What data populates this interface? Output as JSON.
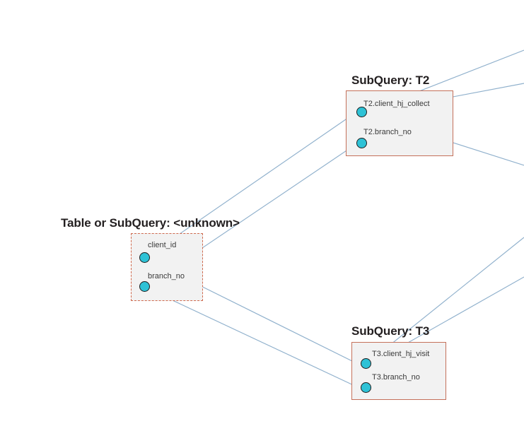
{
  "diagram": {
    "title_unknown": "Table or SubQuery: <unknown>",
    "title_t2": "SubQuery: T2",
    "title_t3": "SubQuery: T3",
    "colors": {
      "node_fill": "#2ec2d6",
      "node_stroke": "#1d1d1d",
      "box_fill": "#f2f2f2",
      "box_border_solid": "#c4705a",
      "box_border_dashed": "#cf6a4e",
      "edge": "#8fb0cc",
      "title_text": "#231f20",
      "label_text": "#3a3a3a"
    },
    "groups": [
      {
        "id": "unknown",
        "title": "Table or SubQuery: <unknown>",
        "border_style": "dashed",
        "columns": [
          {
            "label": "client_id"
          },
          {
            "label": "branch_no"
          }
        ]
      },
      {
        "id": "t2",
        "title": "SubQuery: T2",
        "border_style": "solid",
        "columns": [
          {
            "label": "T2.client_hj_collect"
          },
          {
            "label": "T2.branch_no"
          }
        ]
      },
      {
        "id": "t3",
        "title": "SubQuery: T3",
        "border_style": "solid",
        "columns": [
          {
            "label": "T3.client_hj_visit"
          },
          {
            "label": "T3.branch_no"
          }
        ]
      }
    ],
    "edges": [
      {
        "from": "unknown.client_id",
        "to": "t2.client_hj_collect"
      },
      {
        "from": "unknown.branch_no",
        "to": "t2.branch_no"
      },
      {
        "from": "unknown.client_id",
        "to": "t3.client_hj_visit"
      },
      {
        "from": "unknown.branch_no",
        "to": "t3.branch_no"
      },
      {
        "from": "t2.client_hj_collect",
        "to": "offscreen-right-upper"
      },
      {
        "from": "t2.client_hj_collect",
        "to": "offscreen-right-mid"
      },
      {
        "from": "t2.client_hj_collect",
        "to": "offscreen-right-lower"
      },
      {
        "from": "offscreen-right-a",
        "to": "t3.client_hj_visit"
      },
      {
        "from": "offscreen-right-b",
        "to": "t3.client_hj_visit"
      }
    ]
  }
}
